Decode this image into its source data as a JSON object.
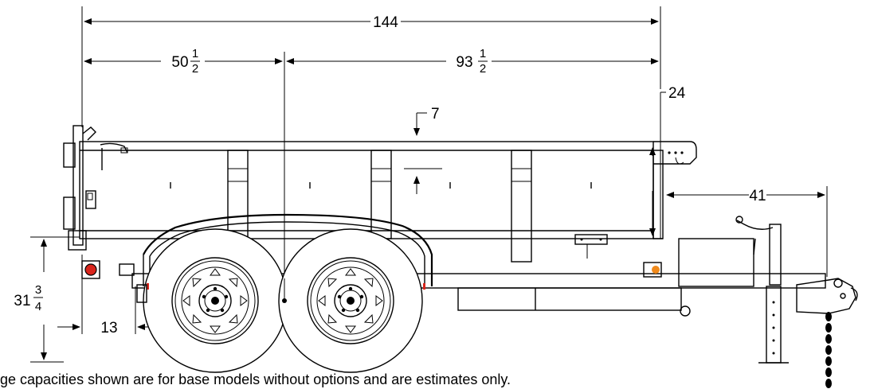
{
  "dimensions": {
    "overall_length": "144",
    "rear_to_axle": {
      "whole": "50",
      "num": "1",
      "den": "2"
    },
    "axle_to_front": {
      "whole": "93",
      "num": "1",
      "den": "2"
    },
    "side_height": "24",
    "stake_pocket_gap": "7",
    "tongue_length": "41",
    "deck_height": {
      "whole": "31",
      "num": "3",
      "den": "4"
    },
    "rear_overhang": "13"
  },
  "footnote": "ge capacities shown are for base models without options and are estimates only.",
  "colors": {
    "line": "#000000",
    "rear_light": "#d9251c",
    "side_marker": "#f08a1c",
    "background": "#ffffff"
  }
}
